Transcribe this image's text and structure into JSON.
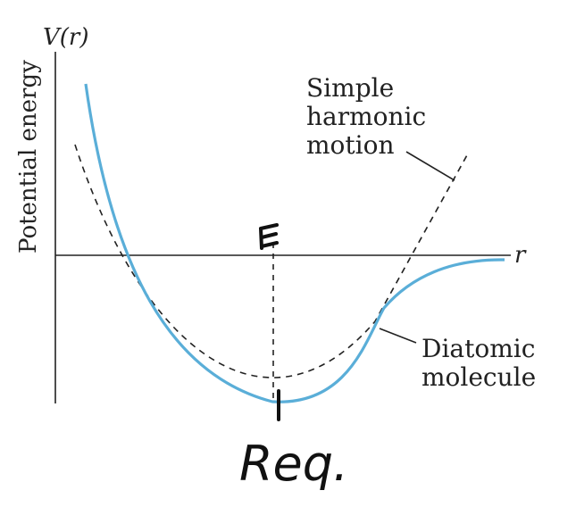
{
  "labels": {
    "y_axis_symbol": "V(r)",
    "y_axis_title": "Potential energy",
    "x_axis_symbol": "r",
    "sho_line1": "Simple",
    "sho_line2": "harmonic",
    "sho_line3": "motion",
    "diatomic_line1": "Diatomic",
    "diatomic_line2": "molecule",
    "handwritten_req": "Req."
  },
  "colors": {
    "diatomic_curve": "#5aaed8",
    "sho_curve": "#222222",
    "axes": "#222222"
  }
}
